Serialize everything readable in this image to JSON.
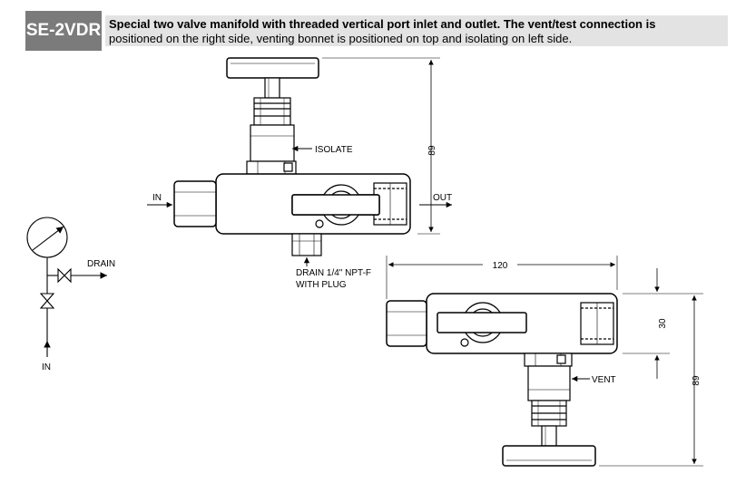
{
  "header": {
    "model": "SE-2VDR",
    "description_bold": "Special two valve manifold with threaded vertical port inlet and outlet. The vent/test connection is",
    "description_regular": "positioned on the right side, venting bonnet is positioned on top and isolating on left side."
  },
  "labels": {
    "in_top": "IN",
    "out": "OUT",
    "isolate": "ISOLATE",
    "drain_line1": "DRAIN 1/4\" NPT-F",
    "drain_line2": "WITH PLUG",
    "vent": "VENT",
    "schematic_drain": "DRAIN",
    "schematic_in": "IN"
  },
  "dimensions": {
    "height_top": "89",
    "width_bottom": "120",
    "body_height": "30",
    "height_bottom": "89"
  },
  "colors": {
    "badge_bg": "#7b7b7b",
    "desc_bg": "#e3e3e3",
    "line": "#000000"
  }
}
